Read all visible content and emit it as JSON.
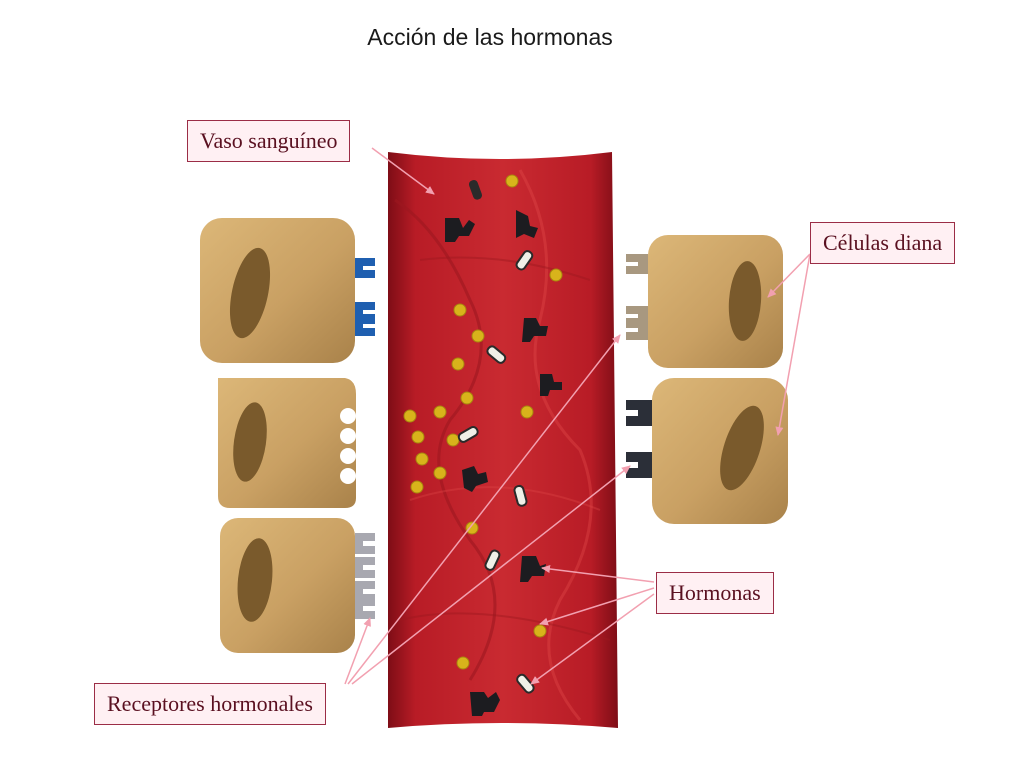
{
  "title": "Acción de las hormonas",
  "labels": {
    "vessel": "Vaso sanguíneo",
    "target_cells": "Células diana",
    "hormones": "Hormonas",
    "receptors": "Receptores hormonales"
  },
  "colors": {
    "label_border": "#9b2d46",
    "label_bg": "#fff0f3",
    "arrow": "#f2a0b0",
    "vessel": "#b51a23",
    "cell": "#c9a063",
    "nucleus": "#7a5a2c",
    "hormone_yellow": "#d8b31b",
    "hormone_dark": "#1c1c20"
  }
}
